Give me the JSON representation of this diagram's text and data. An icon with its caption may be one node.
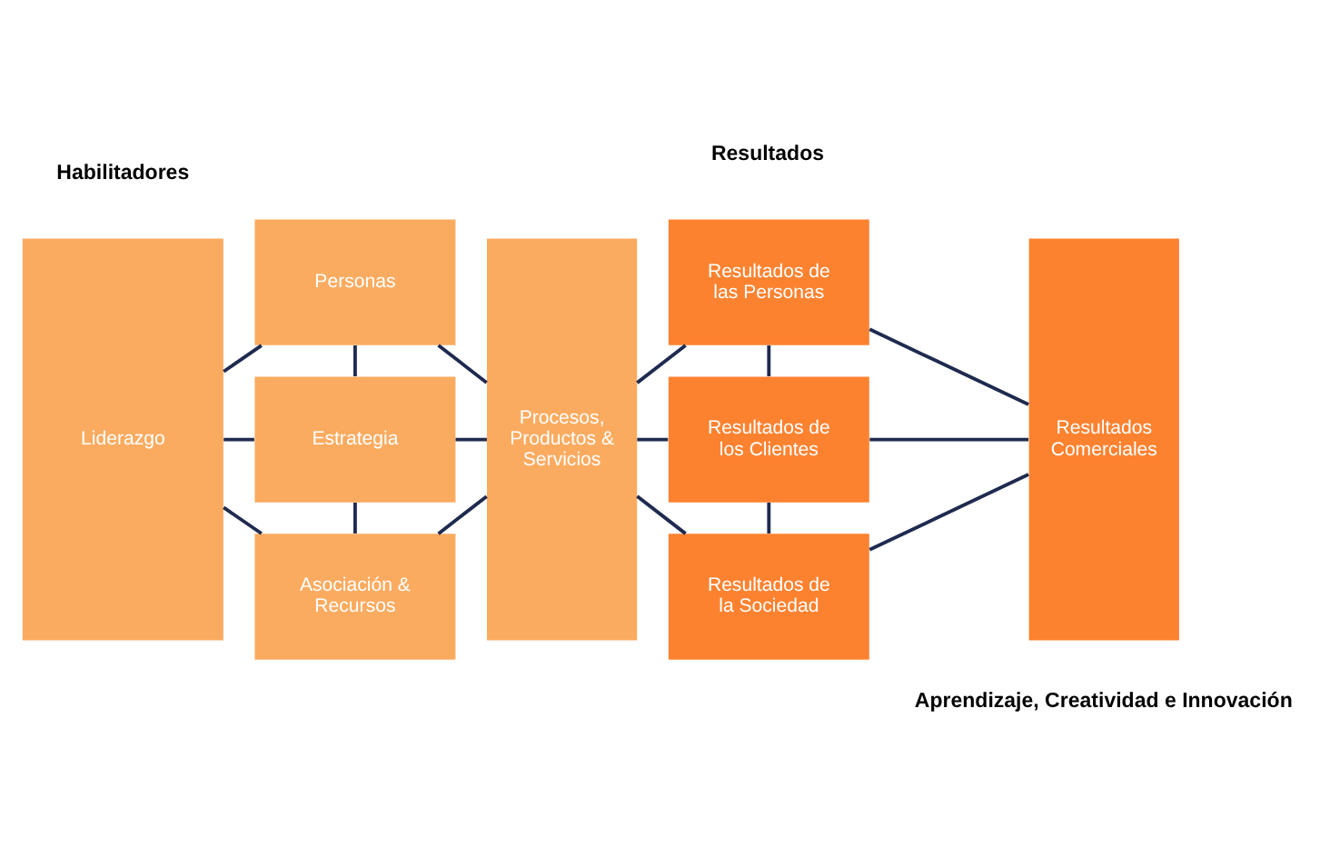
{
  "diagram": {
    "nodes": [
      {
        "text": [
          "Liderazgo"
        ]
      },
      {
        "text": [
          "Personas"
        ]
      },
      {
        "text": [
          "Estrategia"
        ]
      },
      {
        "text": [
          "Asociación & Recursos"
        ]
      },
      {
        "text": [
          "Procesos, Productos & Servicios"
        ]
      },
      {
        "text": [
          "Resultados de las Personas"
        ]
      },
      {
        "text": [
          "Resultados de los Clientes"
        ]
      },
      {
        "text": [
          "Resultados de la Sociedad"
        ]
      },
      {
        "text": [
          "Resultados Comerciales"
        ]
      }
    ],
    "edges": [
      {
        "from": 0,
        "to": 1,
        "arrow": "none"
      },
      {
        "from": 0,
        "to": 2,
        "arrow": "none"
      },
      {
        "from": 0,
        "to": 3,
        "arrow": "none"
      },
      {
        "from": 1,
        "to": 2,
        "arrow": "none"
      },
      {
        "from": 2,
        "to": 3,
        "arrow": "none"
      },
      {
        "from": 1,
        "to": 4,
        "arrow": "none"
      },
      {
        "from": 2,
        "to": 4,
        "arrow": "none"
      },
      {
        "from": 3,
        "to": 4,
        "arrow": "none"
      },
      {
        "from": 4,
        "to": 5,
        "arrow": "none"
      },
      {
        "from": 4,
        "to": 6,
        "arrow": "none"
      },
      {
        "from": 4,
        "to": 7,
        "arrow": "none"
      },
      {
        "from": 5,
        "to": 6,
        "arrow": "none"
      },
      {
        "from": 6,
        "to": 7,
        "arrow": "none"
      },
      {
        "from": 5,
        "to": 8,
        "arrow": "none"
      },
      {
        "from": 6,
        "to": 8,
        "arrow": "none"
      },
      {
        "from": 7,
        "to": 8,
        "arrow": "none"
      }
    ],
    "labels": [
      "Habilitadores",
      "Resultados",
      "Aprendizaje, Creatividad e Innovación"
    ]
  }
}
